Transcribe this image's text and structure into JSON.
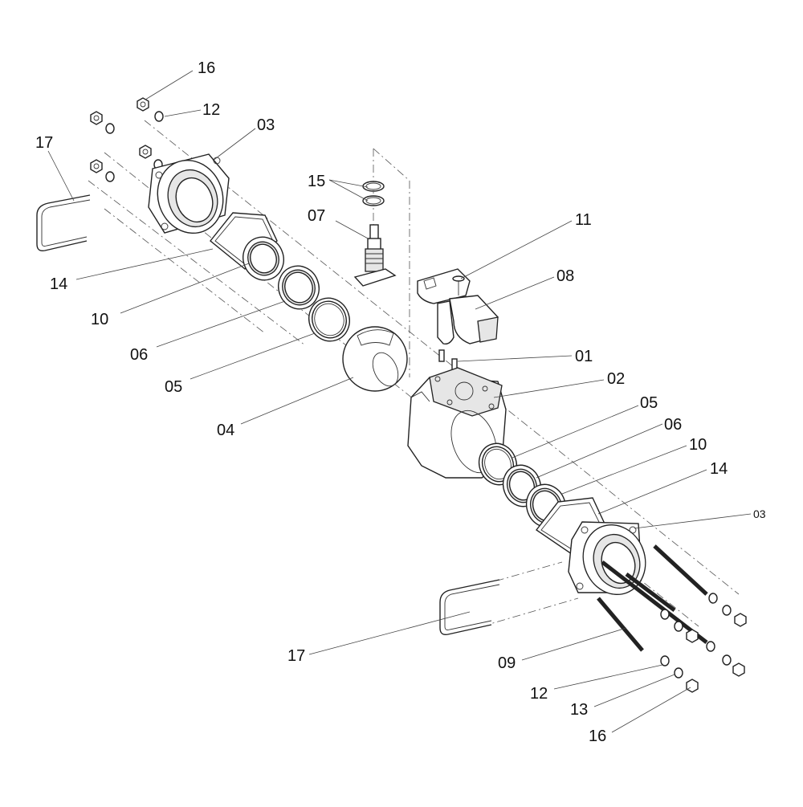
{
  "diagram": {
    "callouts": [
      {
        "id": "c-16-top",
        "label": "16"
      },
      {
        "id": "c-12-top",
        "label": "12"
      },
      {
        "id": "c-03-top",
        "label": "03"
      },
      {
        "id": "c-17-left",
        "label": "17"
      },
      {
        "id": "c-14-left",
        "label": "14"
      },
      {
        "id": "c-10-left",
        "label": "10"
      },
      {
        "id": "c-06-left",
        "label": "06"
      },
      {
        "id": "c-05-left",
        "label": "05"
      },
      {
        "id": "c-04",
        "label": "04"
      },
      {
        "id": "c-15",
        "label": "15"
      },
      {
        "id": "c-07",
        "label": "07"
      },
      {
        "id": "c-11",
        "label": "11"
      },
      {
        "id": "c-08",
        "label": "08"
      },
      {
        "id": "c-01",
        "label": "01"
      },
      {
        "id": "c-02",
        "label": "02"
      },
      {
        "id": "c-05-right",
        "label": "05"
      },
      {
        "id": "c-06-right",
        "label": "06"
      },
      {
        "id": "c-10-right",
        "label": "10"
      },
      {
        "id": "c-14-right",
        "label": "14"
      },
      {
        "id": "c-03-right",
        "label": "03"
      },
      {
        "id": "c-17-bottom",
        "label": "17"
      },
      {
        "id": "c-09",
        "label": "09"
      },
      {
        "id": "c-12-bottom",
        "label": "12"
      },
      {
        "id": "c-13",
        "label": "13"
      },
      {
        "id": "c-16-bottom",
        "label": "16"
      }
    ]
  }
}
